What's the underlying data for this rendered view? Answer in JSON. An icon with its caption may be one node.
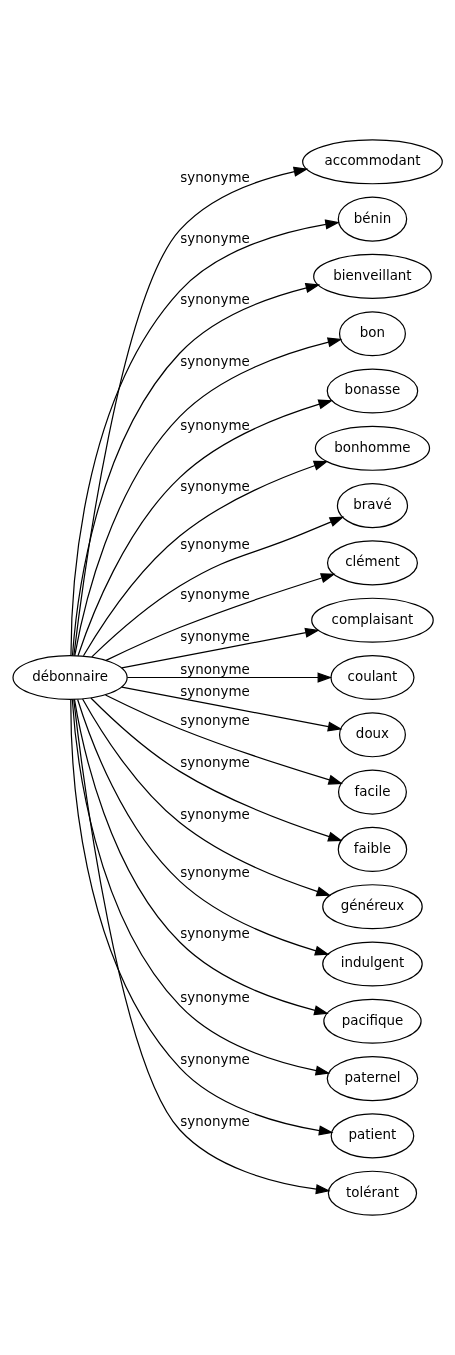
{
  "diagram": {
    "nodes": [
      {
        "text": [
          "débonnaire"
        ]
      },
      {
        "text": [
          "accommodant"
        ]
      },
      {
        "text": [
          "bénin"
        ]
      },
      {
        "text": [
          "bienveillant"
        ]
      },
      {
        "text": [
          "bon"
        ]
      },
      {
        "text": [
          "bonasse"
        ]
      },
      {
        "text": [
          "bonhomme"
        ]
      },
      {
        "text": [
          "bravé"
        ]
      },
      {
        "text": [
          "clément"
        ]
      },
      {
        "text": [
          "complaisant"
        ]
      },
      {
        "text": [
          "coulant"
        ]
      },
      {
        "text": [
          "doux"
        ]
      },
      {
        "text": [
          "facile"
        ]
      },
      {
        "text": [
          "faible"
        ]
      },
      {
        "text": [
          "généreux"
        ]
      },
      {
        "text": [
          "indulgent"
        ]
      },
      {
        "text": [
          "pacifique"
        ]
      },
      {
        "text": [
          "paternel"
        ]
      },
      {
        "text": [
          "patient"
        ]
      },
      {
        "text": [
          "tolérant"
        ]
      }
    ],
    "edges": [
      {
        "from": 0,
        "to": 1,
        "arrow": "to",
        "label": "synonyme"
      },
      {
        "from": 0,
        "to": 2,
        "arrow": "to",
        "label": "synonyme"
      },
      {
        "from": 0,
        "to": 3,
        "arrow": "to",
        "label": "synonyme"
      },
      {
        "from": 0,
        "to": 4,
        "arrow": "to",
        "label": "synonyme"
      },
      {
        "from": 0,
        "to": 5,
        "arrow": "to",
        "label": "synonyme"
      },
      {
        "from": 0,
        "to": 6,
        "arrow": "to",
        "label": "synonyme"
      },
      {
        "from": 0,
        "to": 7,
        "arrow": "to",
        "label": "synonyme"
      },
      {
        "from": 0,
        "to": 8,
        "arrow": "to",
        "label": "synonyme"
      },
      {
        "from": 0,
        "to": 9,
        "arrow": "to",
        "label": "synonyme"
      },
      {
        "from": 0,
        "to": 10,
        "arrow": "to",
        "label": "synonyme"
      },
      {
        "from": 0,
        "to": 11,
        "arrow": "to",
        "label": "synonyme"
      },
      {
        "from": 0,
        "to": 12,
        "arrow": "to",
        "label": "synonyme"
      },
      {
        "from": 0,
        "to": 13,
        "arrow": "to",
        "label": "synonyme"
      },
      {
        "from": 0,
        "to": 14,
        "arrow": "to",
        "label": "synonyme"
      },
      {
        "from": 0,
        "to": 15,
        "arrow": "to",
        "label": "synonyme"
      },
      {
        "from": 0,
        "to": 16,
        "arrow": "to",
        "label": "synonyme"
      },
      {
        "from": 0,
        "to": 17,
        "arrow": "to",
        "label": "synonyme"
      },
      {
        "from": 0,
        "to": 18,
        "arrow": "to",
        "label": "synonyme"
      },
      {
        "from": 0,
        "to": 19,
        "arrow": "to",
        "label": "synonyme"
      }
    ]
  }
}
